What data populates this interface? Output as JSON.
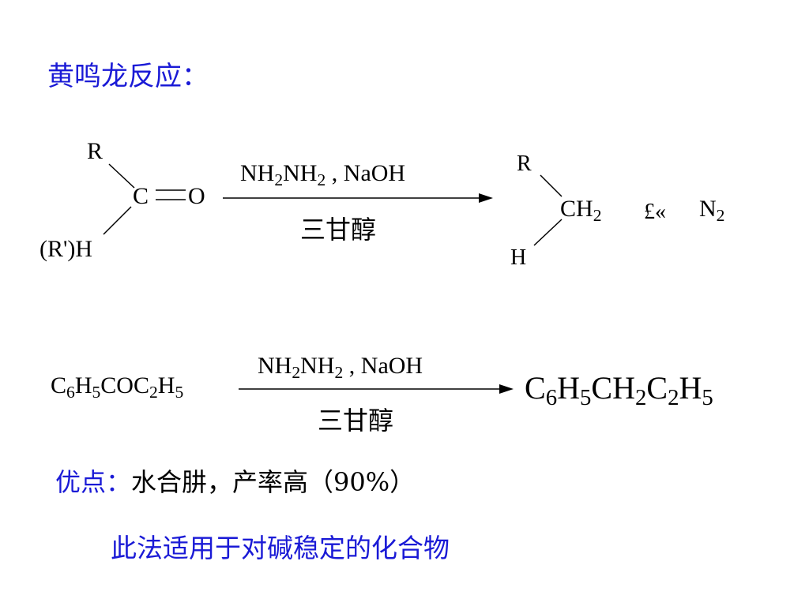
{
  "title": "黄鸣龙反应：",
  "reaction1": {
    "reactant": {
      "r": "R",
      "c": "C",
      "o": "O",
      "prefix": "(R')",
      "h": "H"
    },
    "reagent_top": {
      "a": "NH",
      "a_sub": "2",
      "b": "NH",
      "b_sub": "2",
      "tail": " , NaOH"
    },
    "reagent_bottom": "三甘醇",
    "product": {
      "r": "R",
      "ch": "CH",
      "ch_sub": "2",
      "h": "H"
    },
    "plus": "£«",
    "byproduct": {
      "n": "N",
      "n_sub": "2"
    }
  },
  "reaction2": {
    "reactant": {
      "p1": "C",
      "s1": "6",
      "p2": "H",
      "s2": "5",
      "p3": "COC",
      "s3": "2",
      "p4": "H",
      "s4": "5"
    },
    "reagent_top": {
      "a": "NH",
      "a_sub": "2",
      "b": "NH",
      "b_sub": "2",
      "tail": " , NaOH"
    },
    "reagent_bottom": "三甘醇",
    "product": {
      "p1": "C",
      "s1": "6",
      "p2": "H",
      "s2": "5",
      "p3": "CH",
      "s3": "2",
      "p4": "C",
      "s4": "2",
      "p5": "H",
      "s5": "5"
    }
  },
  "advantage": {
    "label": "优点：",
    "text": "水合肼，产率高（90%）"
  },
  "note": "此法适用于对碱稳定的化合物",
  "colors": {
    "accent": "#1a1ad6",
    "text": "#000000"
  }
}
